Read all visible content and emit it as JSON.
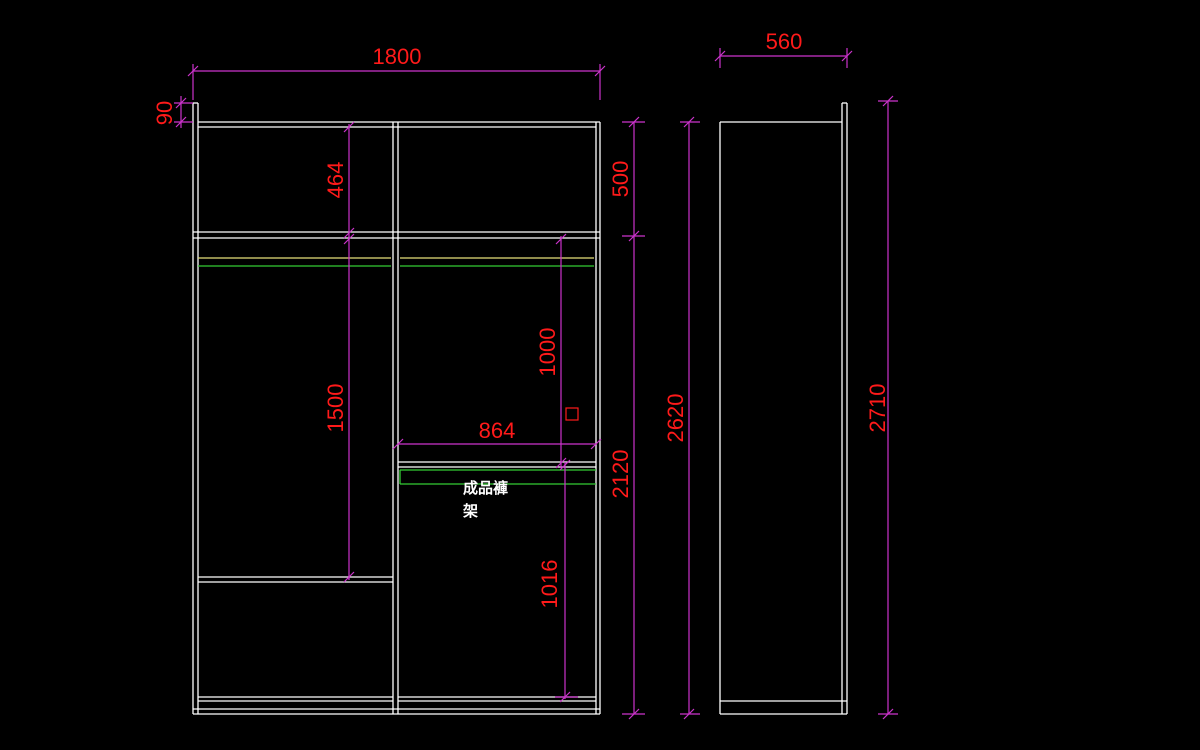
{
  "drawing": {
    "background": "#000000",
    "colors": {
      "outline": "#ffffff",
      "dimension_line": "#cc33cc",
      "dimension_text": "#ff1a1a",
      "rail_yellow": "#e6e07a",
      "rail_green": "#33cc33",
      "marker": "#ff1a1a"
    },
    "dimensions": {
      "overall_width": "1800",
      "top_ledge": "90",
      "upper_compartment": "464",
      "upper_section": "500",
      "left_hanging": "1500",
      "right_hanging_upper": "1000",
      "pants_rack_width": "864",
      "right_hanging_lower": "1016",
      "lower_section": "2120",
      "cabinet_height": "2620",
      "side_depth": "560",
      "total_height": "2710"
    },
    "labels": {
      "pants_rack_line1": "成品褲",
      "pants_rack_line2": "架"
    }
  }
}
